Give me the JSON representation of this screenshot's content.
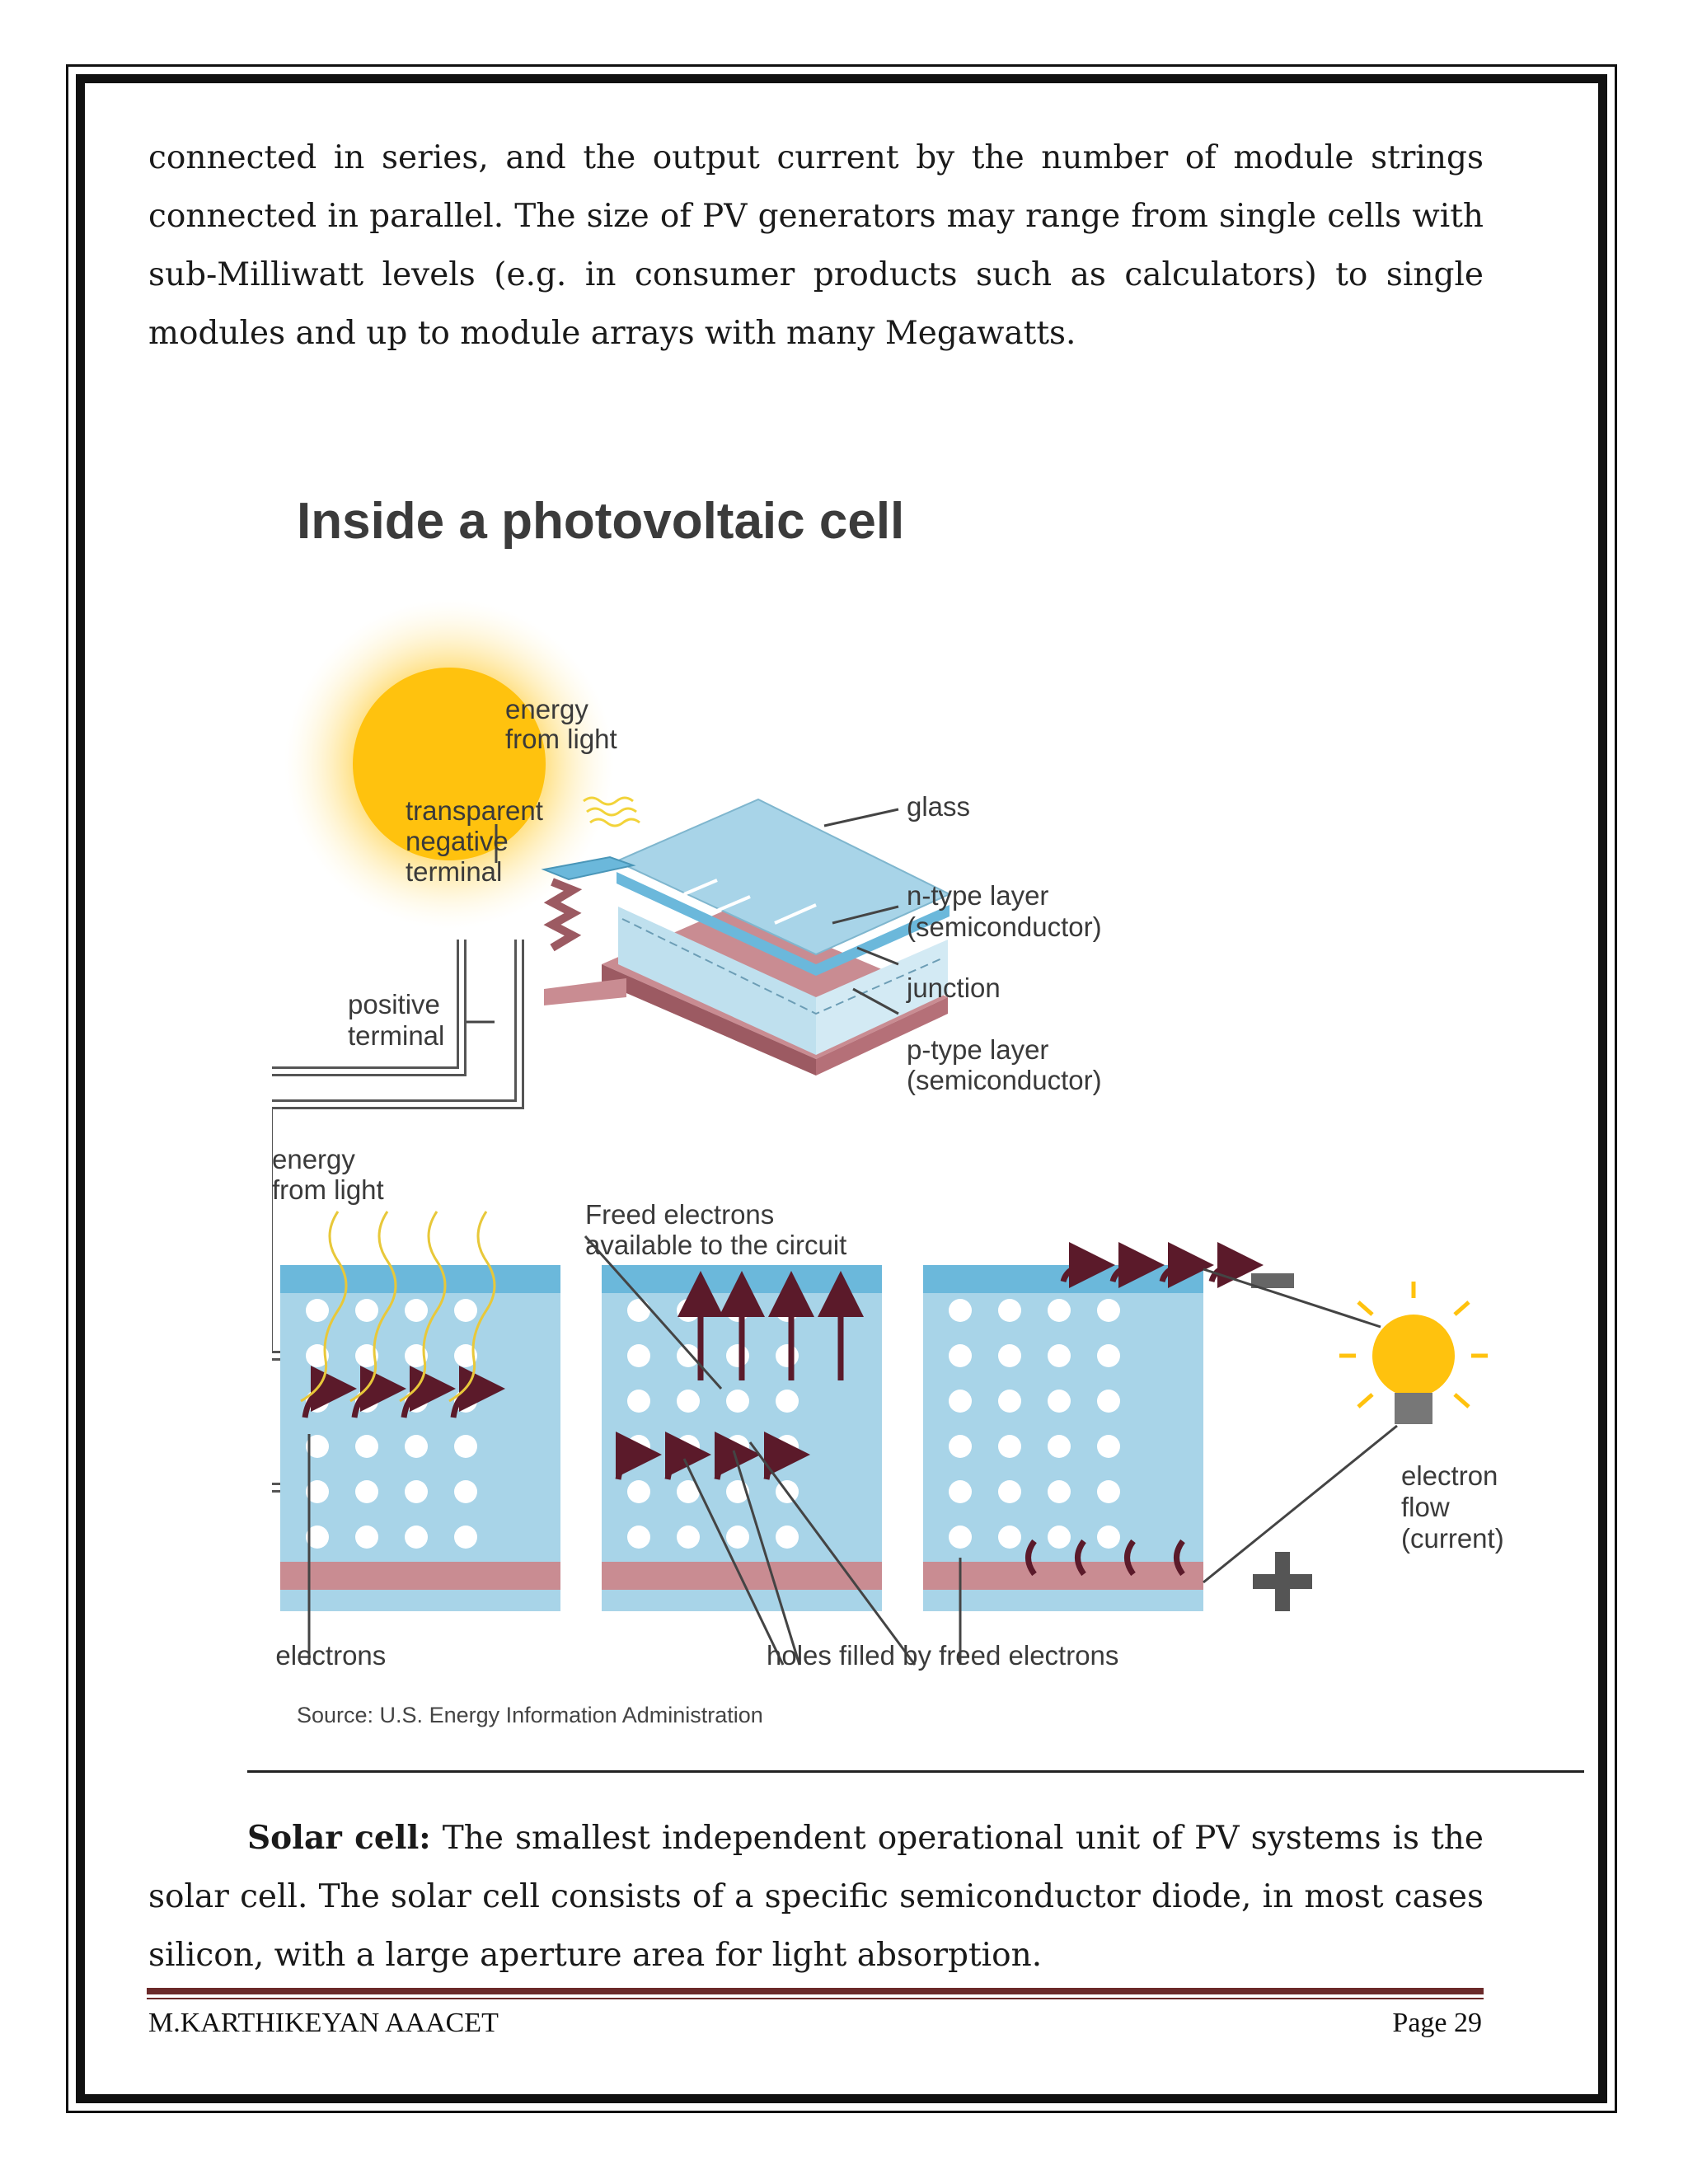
{
  "page": {
    "para1": "connected in series, and the output current by the number of module strings connected in parallel. The size of PV generators may range from single cells with sub-Milliwatt levels (e.g. in consumer products such as calculators) to single modules and up to module arrays with many Megawatts.",
    "para2_lead": "Solar cell:",
    "para2_rest": " The smallest independent operational unit of PV systems is the solar cell. The solar cell consists of a specific semiconductor diode, in most cases silicon, with a large aperture area for light absorption."
  },
  "figure": {
    "title": "Inside a photovoltaic cell",
    "energy_top_1": "energy",
    "energy_top_2": "from light",
    "transparent_1": "transparent",
    "transparent_2": "negative",
    "transparent_3": "terminal",
    "positive_1": "positive",
    "positive_2": "terminal",
    "glass": "glass",
    "ntype_1": "n-type layer",
    "ntype_2": "(semiconductor)",
    "junction": "junction",
    "ptype_1": "p-type layer",
    "ptype_2": "(semiconductor)",
    "energy_bottom_1": "energy",
    "energy_bottom_2": "from light",
    "freed_avail_1": "Freed electrons",
    "freed_avail_2": "available to the circuit",
    "electron_flow_1": "electron",
    "electron_flow_2": "flow",
    "electron_flow_3": "(current)",
    "freed_electrons": "freed electrons",
    "holes_filled": "holes filled by freed electrons",
    "source": "Source: U.S. Energy Information Administration",
    "colors": {
      "sun": "#FFC20E",
      "blue": "#A8D4E8",
      "topbar": "#6BB8DB",
      "red": "#C98C92",
      "arrow": "#5B1A2A"
    }
  },
  "footer": {
    "author": "M.KARTHIKEYAN AAACET",
    "page": "Page 29"
  }
}
